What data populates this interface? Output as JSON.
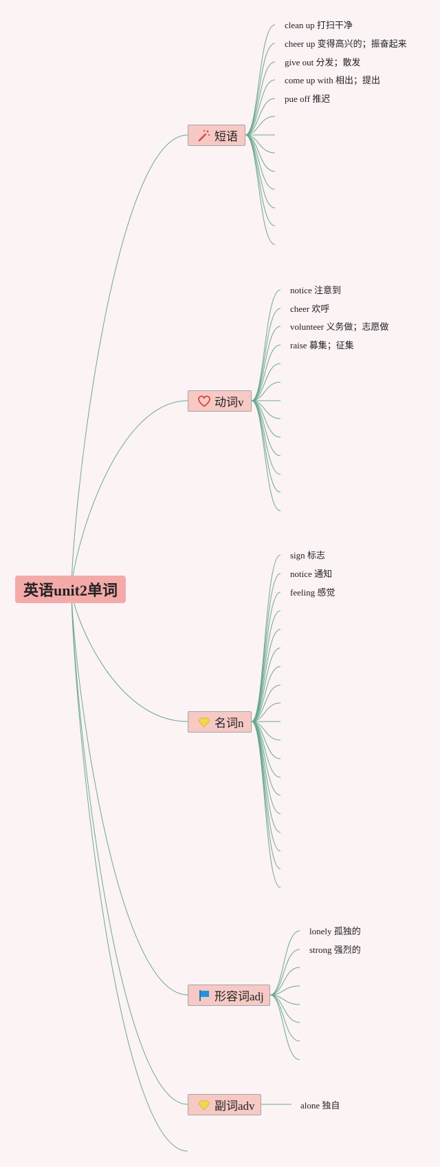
{
  "root": {
    "label": "英语unit2单词"
  },
  "branches": [
    {
      "label": "短语",
      "icon": "magic-wand-icon",
      "leaves": [
        "clean up 打扫干净",
        "cheer up 变得高兴的；振奋起来",
        "give out 分发；散发",
        "come up with 相出；提出",
        "pue off 推迟"
      ]
    },
    {
      "label": "动词v",
      "icon": "heart-icon",
      "leaves": [
        "notice 注意到",
        "cheer 欢呼",
        "volunteer 义务做；志愿做",
        "raise 募集；征集"
      ]
    },
    {
      "label": "名词n",
      "icon": "gem-icon",
      "leaves": [
        "sign 标志",
        "notice 通知",
        "feeling 感觉"
      ]
    },
    {
      "label": "形容词adj",
      "icon": "flag-icon",
      "leaves": [
        "lonely 孤独的",
        "strong 强烈的"
      ]
    },
    {
      "label": "副词adv",
      "icon": "gem-icon",
      "leaves": [
        "alone 独自"
      ]
    }
  ],
  "colors": {
    "background": "#fcf3f5",
    "root": "#f4aaa9",
    "branch": "#f6c9c5",
    "link": "#6aa88f"
  }
}
